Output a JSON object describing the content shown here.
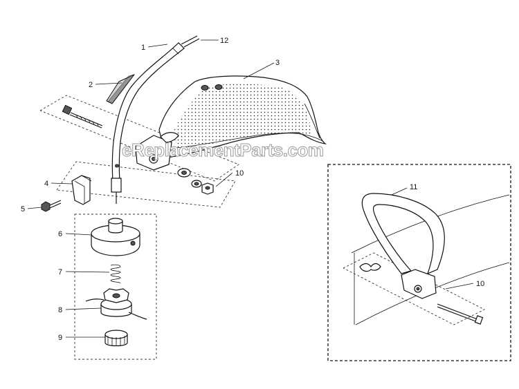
{
  "watermark": "eReplacementParts.com",
  "callouts": {
    "c1": "1",
    "c2": "2",
    "c3": "3",
    "c4": "4",
    "c5": "5",
    "c6": "6",
    "c7": "7",
    "c8": "8",
    "c9": "9",
    "c10a": "10",
    "c10b": "10",
    "c11": "11",
    "c12": "12"
  }
}
